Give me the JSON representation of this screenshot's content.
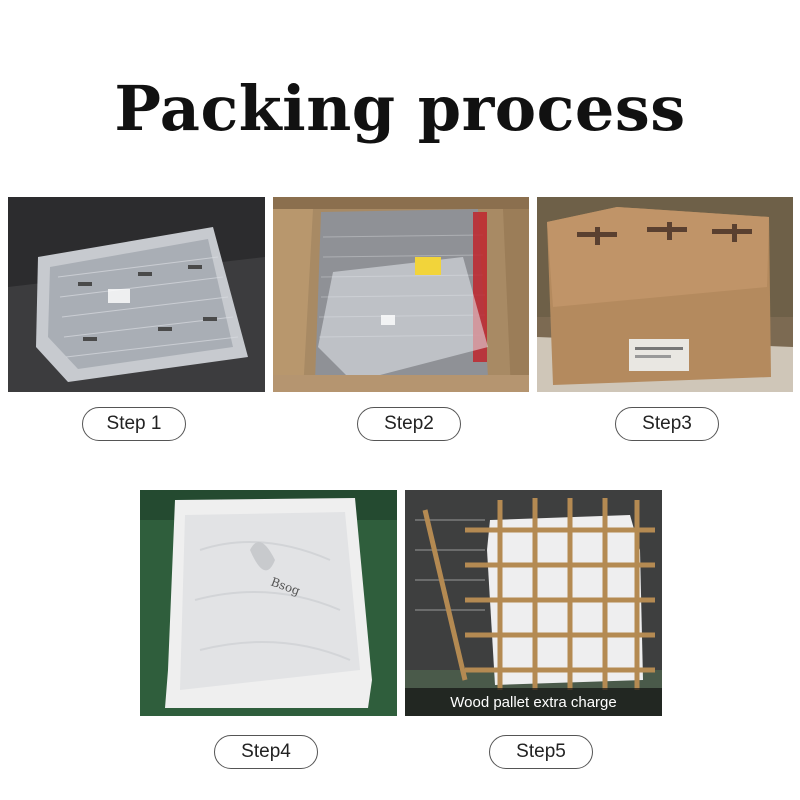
{
  "title": "Packing process",
  "steps": [
    {
      "label": "Step 1",
      "image": "plastic-wrapped-item-photo"
    },
    {
      "label": "Step2",
      "image": "box-with-air-cushion-photo"
    },
    {
      "label": "Step3",
      "image": "sealed-carton-photo"
    },
    {
      "label": "Step4",
      "image": "white-film-wrapped-carton-photo"
    },
    {
      "label": "Step5",
      "image": "wood-crate-photo",
      "caption": "Wood pallet extra charge"
    }
  ]
}
